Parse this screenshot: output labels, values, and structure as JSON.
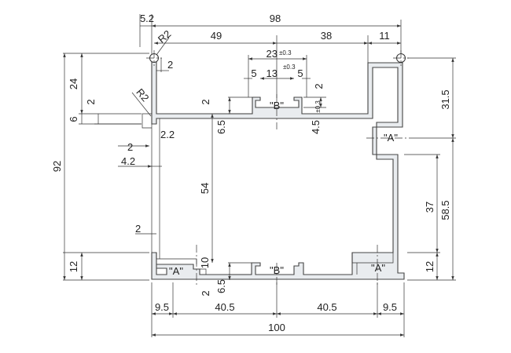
{
  "colors": {
    "background": "#ffffff",
    "profile_fill": "#e9ecef",
    "line": "#333333"
  },
  "dimensions": {
    "top_overall": "98",
    "top_left_offset": "5.2",
    "top_49": "49",
    "top_38": "38",
    "top_11": "11",
    "radius_top": "R2",
    "radius_left": "R2",
    "slot_23": "23",
    "slot_23_tol": "±0.3",
    "slot_13": "13",
    "slot_13_tol": "±0.3",
    "slot_5_left": "5",
    "slot_5_right": "5",
    "slot_2_top": "2",
    "slot_4_5": "4.5",
    "slot_4_5_tol": "±0.3",
    "left_92": "92",
    "left_24": "24",
    "left_6": "6",
    "left_2_a": "2",
    "left_2_b": "2",
    "left_2_c": "2",
    "left_2_2": "2.2",
    "left_4_2": "4.2",
    "left_12": "12",
    "left_2_bottom": "2",
    "inner_2_top": "2",
    "inner_6_5_top": "6.5",
    "inner_54": "54",
    "inner_10": "10",
    "inner_6_5_bottom": "6.5",
    "inner_2_bottom": "2",
    "right_31_5": "31.5",
    "right_58_5": "58.5",
    "right_37": "37",
    "right_12": "12",
    "bottom_9_5_left": "9.5",
    "bottom_40_5_left": "40.5",
    "bottom_40_5_right": "40.5",
    "bottom_9_5_right": "9.5",
    "bottom_100": "100",
    "top_2_marker": "2"
  },
  "labels": {
    "a_right": "\"A\"",
    "a_bottom_left": "\"A\"",
    "a_bottom_right": "\"A\"",
    "b_top": "\"B\"",
    "b_bottom": "\"B\""
  }
}
